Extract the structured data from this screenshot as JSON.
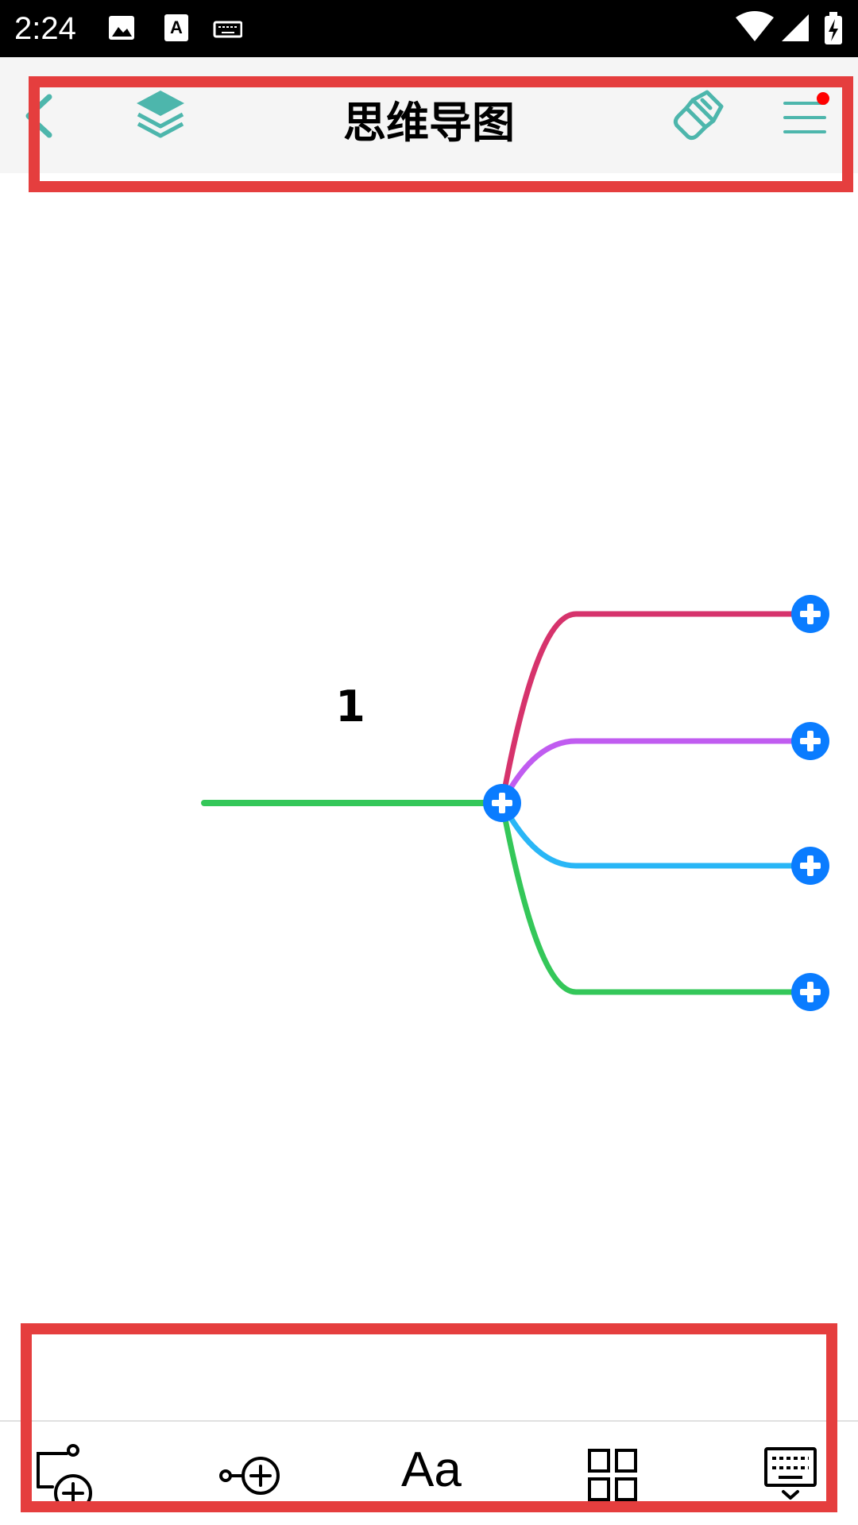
{
  "status_bar": {
    "time": "2:24",
    "icons_left": [
      "image-icon",
      "text-a-icon",
      "keyboard-icon"
    ],
    "icons_right": [
      "wifi-icon",
      "signal-icon",
      "battery-charging-icon"
    ]
  },
  "toolbar": {
    "title": "思维导图",
    "icons": [
      "back-chevron-icon",
      "layers-icon",
      "paint-brush-icon",
      "menu-icon"
    ],
    "menu_has_notification": true,
    "accent_color": "#4db6ac",
    "notification_color": "#ff0000"
  },
  "mindmap": {
    "central_node": {
      "label": "1",
      "line_color": "#34c759"
    },
    "branch_colors": [
      "#d6336c",
      "#c05cf0",
      "#29b6f6",
      "#34c759"
    ],
    "expand_button_color": "#0a7cff"
  },
  "bottom_toolbar": {
    "text_style_label": "Aa",
    "icons": [
      "add-child-node-icon",
      "add-sibling-node-icon",
      "text-style-icon",
      "layout-grid-icon",
      "hide-keyboard-icon"
    ]
  },
  "highlight_color": "#e53e3e"
}
